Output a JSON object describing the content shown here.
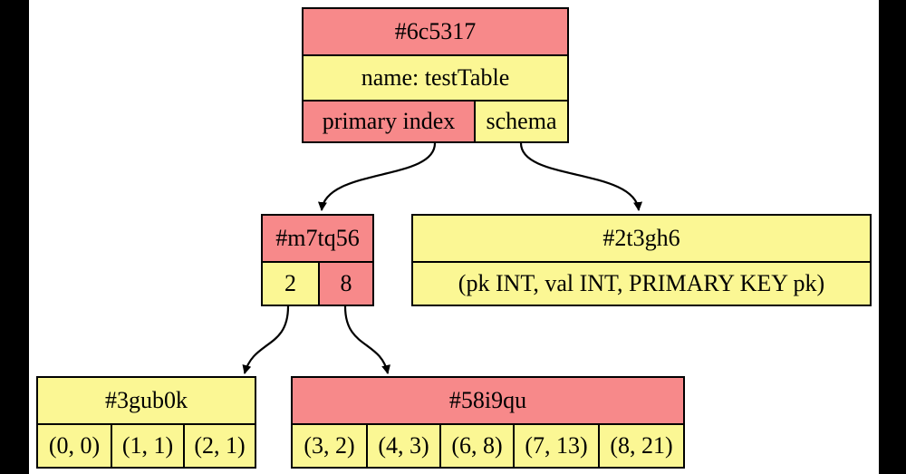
{
  "colors": {
    "red": "#f7898a",
    "yellow": "#fbf794",
    "border": "#000000",
    "background": "#ffffff",
    "frame": "#000000"
  },
  "root": {
    "id": "#6c5317",
    "name": "name: testTable",
    "primary_index_label": "primary index",
    "schema_label": "schema"
  },
  "index_node": {
    "id": "#m7tq56",
    "keys": [
      "2",
      "8"
    ]
  },
  "schema_node": {
    "id": "#2t3gh6",
    "definition": "(pk INT, val INT, PRIMARY KEY pk)"
  },
  "leaf_left": {
    "id": "#3gub0k",
    "entries": [
      "(0, 0)",
      "(1, 1)",
      "(2, 1)"
    ]
  },
  "leaf_right": {
    "id": "#58i9qu",
    "entries": [
      "(3, 2)",
      "(4, 3)",
      "(6, 8)",
      "(7, 13)",
      "(8, 21)"
    ]
  }
}
